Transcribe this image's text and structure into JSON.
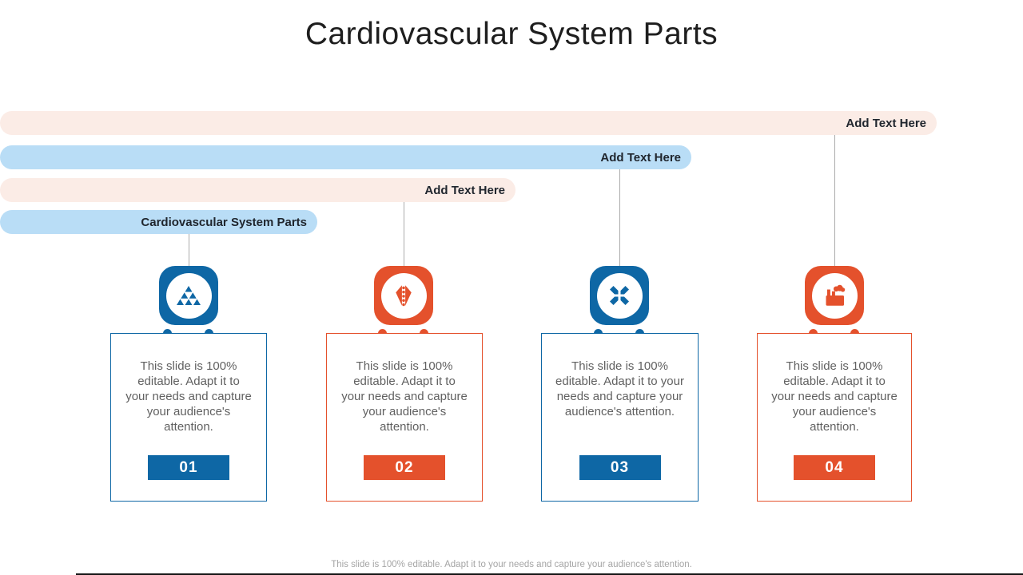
{
  "slide": {
    "title": "Cardiovascular System Parts",
    "footer": "This slide is 100% editable. Adapt it to your needs and capture your audience's attention.",
    "colors": {
      "blue": "#0e67a5",
      "orange": "#e4512c",
      "light_blue_bar": "#b9ddf6",
      "light_pink_bar": "#fbece6",
      "body_text": "#616161"
    }
  },
  "bars": [
    {
      "label": "Add Text Here",
      "theme": "pink"
    },
    {
      "label": "Add Text Here",
      "theme": "blue"
    },
    {
      "label": "Add Text Here",
      "theme": "pink"
    },
    {
      "label": "Cardiovascular System Parts",
      "theme": "blue"
    }
  ],
  "columns": [
    {
      "number": "01",
      "theme": "blue",
      "icon": "triangle-pyramid-icon",
      "body": "This slide is 100% editable. Adapt it to your needs and capture your audience's attention."
    },
    {
      "number": "02",
      "theme": "orange",
      "icon": "kite-icon",
      "body": "This slide is 100% editable. Adapt it to your needs and capture your audience's attention."
    },
    {
      "number": "03",
      "theme": "blue",
      "icon": "collapse-arrows-icon",
      "body": "This slide is 100% editable. Adapt it to your needs and capture your audience's attention."
    },
    {
      "number": "04",
      "theme": "orange",
      "icon": "factory-icon",
      "body": "This slide is 100% editable. Adapt it to your needs and capture your audience's attention."
    }
  ]
}
